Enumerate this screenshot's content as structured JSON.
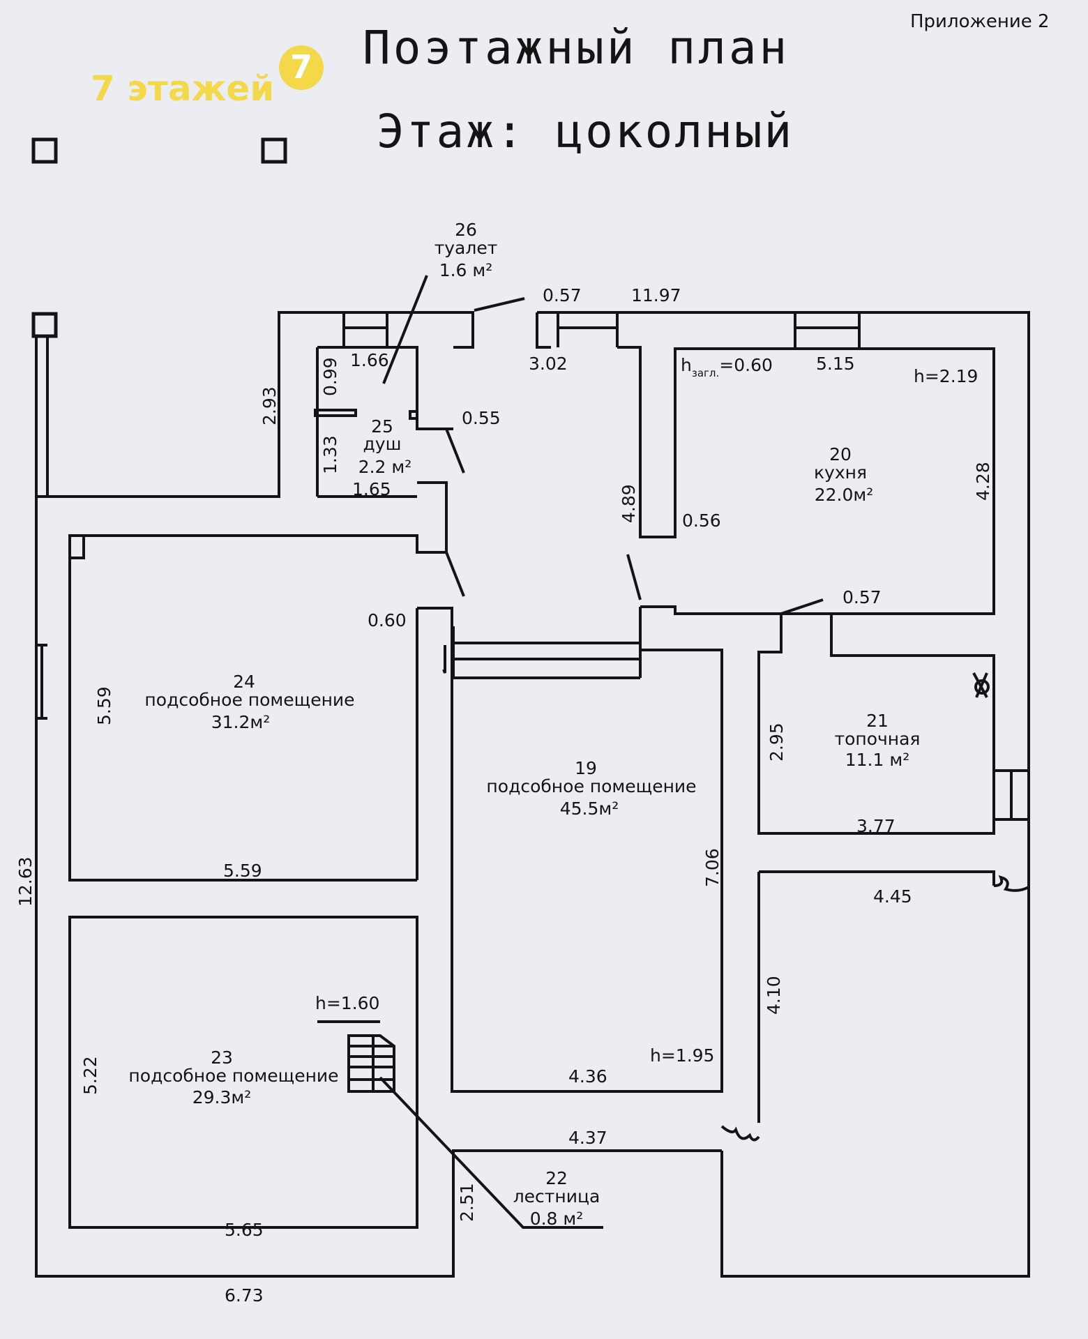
{
  "header": {
    "appendix": "Приложение 2",
    "title": "Поэтажный план",
    "subtitle": "Этаж: цоколный"
  },
  "watermark": {
    "text": "7 этажей",
    "logo_glyph": "7"
  },
  "rooms": [
    {
      "number": "26",
      "name": "туалет",
      "area": "1.6 м²"
    },
    {
      "number": "25",
      "name": "душ",
      "area": "2.2 м²"
    },
    {
      "number": "20",
      "name": "кухня",
      "area": "22.0м²"
    },
    {
      "number": "24",
      "name": "подсобное помещение",
      "area": "31.2м²"
    },
    {
      "number": "19",
      "name": "подсобное помещение",
      "area": "45.5м²"
    },
    {
      "number": "21",
      "name": "топочная",
      "area": "11.1 м²"
    },
    {
      "number": "23",
      "name": "подсобное помещение",
      "area": "29.3м²"
    },
    {
      "number": "22",
      "name": "лестница",
      "area": "0.8 м²"
    }
  ],
  "dimensions": {
    "d057_top": "0.57",
    "d1197": "11.97",
    "d302": "3.02",
    "d166": "1.66",
    "d099": "0.99",
    "d293": "2.93",
    "d055": "0.55",
    "d133": "1.33",
    "d165": "1.65",
    "h_zagl": "h",
    "h_zagl_sub": "загл.",
    "h_zagl_val": "=0.60",
    "d515": "5.15",
    "h219": "h=2.19",
    "d428": "4.28",
    "d489": "4.89",
    "d056": "0.56",
    "d057_mid": "0.57",
    "d060": "0.60",
    "d559_v": "5.59",
    "d559_h": "5.59",
    "d295": "2.95",
    "d377": "3.77",
    "d706": "7.06",
    "d445": "4.45",
    "d1263": "12.63",
    "d410": "4.10",
    "h160": "h=1.60",
    "d522": "5.22",
    "h195": "h=1.95",
    "d436": "4.36",
    "d437": "4.37",
    "d251": "2.51",
    "d565": "5.65",
    "d673": "6.73"
  }
}
